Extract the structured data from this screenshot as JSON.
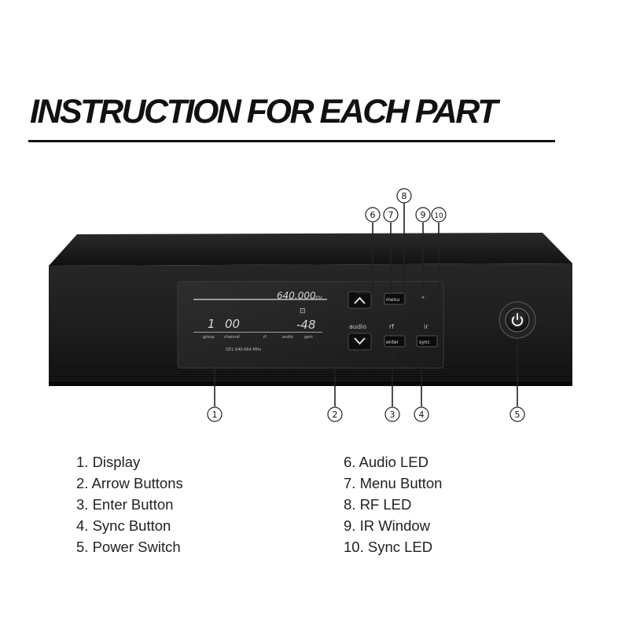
{
  "title": "INSTRUCTION FOR EACH PART",
  "display": {
    "frequency": "640.000",
    "frequency_unit": "MHz",
    "group": "1",
    "channel": "00",
    "gain": "-48",
    "labels": [
      "group",
      "channel",
      "rf",
      "audio",
      "gain"
    ],
    "band": "Q51 640-664 MHz"
  },
  "panel_labels": {
    "audio": "audio",
    "rf": "rf",
    "ir": "ir",
    "menu": "menu",
    "enter": "enter",
    "sync": "sync"
  },
  "callouts": [
    "1",
    "2",
    "3",
    "4",
    "5",
    "6",
    "7",
    "8",
    "9",
    "10"
  ],
  "legend_left": [
    "1. Display",
    "2. Arrow Buttons",
    "3. Enter Button",
    "4. Sync Button",
    "5. Power Switch"
  ],
  "legend_right": [
    "6. Audio LED",
    "7. Menu Button",
    "8. RF LED",
    "9. IR Window",
    "10. Sync LED"
  ],
  "colors": {
    "chassis": "#1a1a1a",
    "display_text": "#d8d8d8",
    "power_ring": "#2a2a2a"
  }
}
